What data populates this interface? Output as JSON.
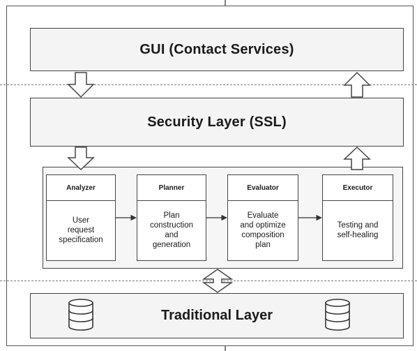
{
  "layers": {
    "gui": "GUI (Contact Services)",
    "security": "Security Layer (SSL)",
    "traditional": "Traditional Layer"
  },
  "components": [
    {
      "title": "Analyzer",
      "text": "User\nrequest\nspecification"
    },
    {
      "title": "Planner",
      "text": "Plan\nconstruction\nand\ngeneration"
    },
    {
      "title": "Evaluator",
      "text": "Evaluate\nand optimize\ncomposition\nplan"
    },
    {
      "title": "Executor",
      "text": "Testing and\nself-healing"
    }
  ],
  "icons": [
    "arrow-down-icon",
    "arrow-up-icon",
    "arrow-bidirectional-icon",
    "database-icon"
  ]
}
